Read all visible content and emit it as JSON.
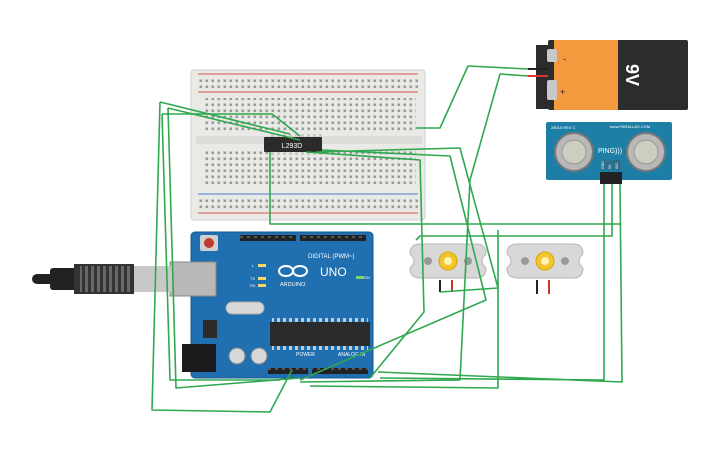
{
  "canvas": {
    "background": "#ffffff",
    "wire_color": "#2fa84f"
  },
  "breadboard": {
    "label": "breadboard",
    "color": "#e9e9e6",
    "rail_red": "#d9534f",
    "rail_blue": "#4a7bc9"
  },
  "driver_ic": {
    "label": "L293D",
    "color": "#2b2b2b"
  },
  "battery": {
    "voltage_label": "9V",
    "minus_label": "-",
    "plus_label": "+",
    "body_color": "#f29a3d",
    "cap_color": "#2c2c2c"
  },
  "ultrasonic_sensor": {
    "model_label": "PING)))",
    "brand_label": "www.PARALLAX.COM",
    "rev_label": "28015 REV C",
    "pin_labels": [
      "GND",
      "5V",
      "SIG"
    ],
    "board_color": "#1e7fa6"
  },
  "arduino": {
    "brand_label": "ARDUINO",
    "model_label": "UNO",
    "digital_label": "DIGITAL (PWM~)",
    "power_label": "POWER",
    "analog_label": "ANALOG IN",
    "on_label": "ON",
    "tx_label": "TX",
    "rx_label": "RX",
    "l_label": "L",
    "board_color": "#1f6fb1"
  },
  "usb_cable": {
    "label": "USB cable"
  },
  "motors": [
    {
      "label": "DC motor 1",
      "body_color": "#d8d8d8",
      "gear_color": "#f4c430"
    },
    {
      "label": "DC motor 2",
      "body_color": "#d8d8d8",
      "gear_color": "#f4c430"
    }
  ],
  "icons": {
    "motor_icon": "dc-motor-icon",
    "battery_icon": "battery-9v-icon",
    "usb_icon": "usb-plug-icon",
    "reset_icon": "reset-button-icon"
  }
}
